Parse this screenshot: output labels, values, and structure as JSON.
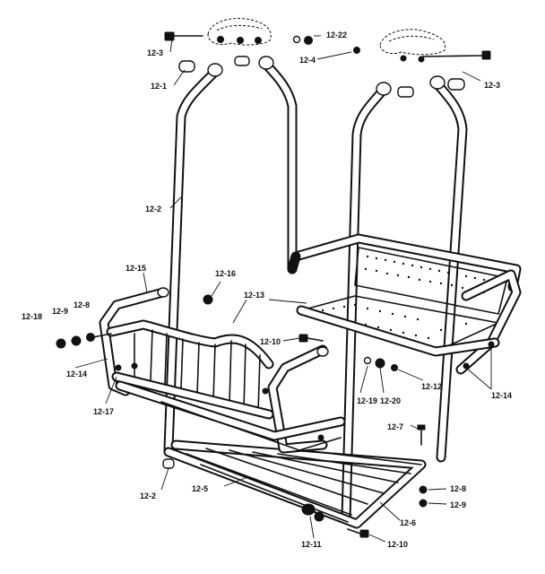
{
  "diagram": {
    "labels": [
      {
        "id": "lbl-1",
        "text": "12-3"
      },
      {
        "id": "lbl-2",
        "text": "12-22"
      },
      {
        "id": "lbl-3",
        "text": "12-1"
      },
      {
        "id": "lbl-4",
        "text": "12-4"
      },
      {
        "id": "lbl-5",
        "text": "12-3"
      },
      {
        "id": "lbl-6",
        "text": "12-2"
      },
      {
        "id": "lbl-7",
        "text": "12-15"
      },
      {
        "id": "lbl-8",
        "text": "12-16"
      },
      {
        "id": "lbl-9",
        "text": "12-13"
      },
      {
        "id": "lbl-10",
        "text": "12-18"
      },
      {
        "id": "lbl-11",
        "text": "12-9"
      },
      {
        "id": "lbl-12",
        "text": "12-8"
      },
      {
        "id": "lbl-13",
        "text": "12-10"
      },
      {
        "id": "lbl-14",
        "text": "12-14"
      },
      {
        "id": "lbl-15",
        "text": "12-17"
      },
      {
        "id": "lbl-16",
        "text": "12-19"
      },
      {
        "id": "lbl-17",
        "text": "12-20"
      },
      {
        "id": "lbl-18",
        "text": "12-12"
      },
      {
        "id": "lbl-19",
        "text": "12-14"
      },
      {
        "id": "lbl-20",
        "text": "12-7"
      },
      {
        "id": "lbl-21",
        "text": "12-2"
      },
      {
        "id": "lbl-22",
        "text": "12-5"
      },
      {
        "id": "lbl-23",
        "text": "12-8"
      },
      {
        "id": "lbl-24",
        "text": "12-9"
      },
      {
        "id": "lbl-25",
        "text": "12-6"
      },
      {
        "id": "lbl-26",
        "text": "12-11"
      },
      {
        "id": "lbl-27",
        "text": "12-10"
      }
    ]
  }
}
